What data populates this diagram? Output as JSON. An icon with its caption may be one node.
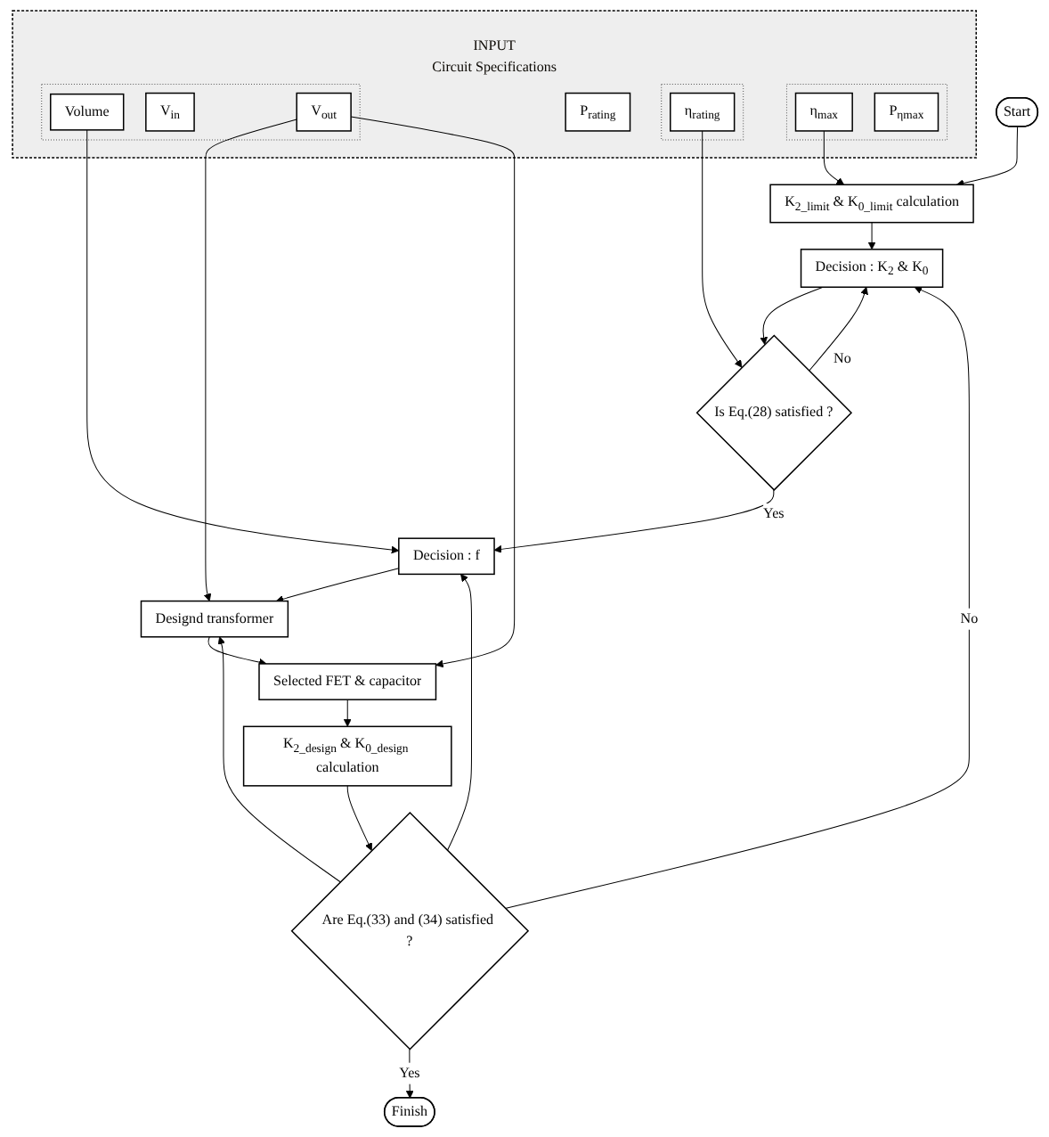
{
  "diagram": {
    "nodes": [
      {
        "text": [
          "INPUT",
          "Circuit Specifications"
        ]
      },
      {
        "text": [],
        "shape": "box",
        "in": 0
      },
      {
        "text": [
          "η$_{max}$"
        ],
        "in": 1
      },
      {
        "text": [
          "P$_{ηmax}$"
        ],
        "in": 1
      },
      {
        "text": [],
        "shape": "box",
        "in": 0
      },
      {
        "text": [
          "η$_{rating}$"
        ],
        "in": 4
      },
      {
        "text": [],
        "shape": "box",
        "in": 0
      },
      {
        "text": [
          "P$_{rating}$"
        ],
        "in": 0
      },
      {
        "text": [
          "Volume"
        ],
        "in": 6
      },
      {
        "text": [
          "V$_{in}$"
        ],
        "in": 6
      },
      {
        "text": [
          "V$_{out}$"
        ],
        "in": 6
      },
      {
        "text": [
          "Start"
        ]
      },
      {
        "text": [
          "K$_{2_limit}$ & K$_{0_limit}$ calculation"
        ]
      },
      {
        "text": [
          "Decision : K$_{2}$ & K$_{0}$"
        ]
      },
      {
        "text": [
          "Is Eq.(28) satisfied ?"
        ]
      },
      {
        "text": [
          "Decision : f"
        ]
      },
      {
        "text": [
          "Designd transformer"
        ]
      },
      {
        "text": [
          "Selected FET & capacitor"
        ]
      },
      {
        "text": [
          "K$_{2_design}$ & K$_{0_design}$ calculation"
        ]
      },
      {
        "text": [
          "Are Eq.(33) and (34) satisfied ?"
        ]
      },
      {
        "text": [
          "Finish"
        ]
      }
    ],
    "edges": [
      {
        "from": 11,
        "to": 12,
        "arrow": "to"
      },
      {
        "from": 2,
        "to": 12,
        "arrow": "to"
      },
      {
        "from": 12,
        "to": 13,
        "arrow": "to"
      },
      {
        "from": 13,
        "to": 14,
        "arrow": "to"
      },
      {
        "from": 14,
        "to": 13,
        "arrow": "to",
        "label": "No"
      },
      {
        "from": 5,
        "to": 14,
        "arrow": "to"
      },
      {
        "from": 14,
        "to": 15,
        "arrow": "to",
        "label": "Yes"
      },
      {
        "from": 8,
        "to": 15,
        "arrow": "to"
      },
      {
        "from": 15,
        "to": 16,
        "arrow": "to"
      },
      {
        "from": 10,
        "to": 16,
        "arrow": "to"
      },
      {
        "from": 10,
        "to": 17,
        "arrow": "to"
      },
      {
        "from": 16,
        "to": 17,
        "arrow": "to"
      },
      {
        "from": 17,
        "to": 18,
        "arrow": "to"
      },
      {
        "from": 18,
        "to": 19,
        "arrow": "to"
      },
      {
        "from": 19,
        "to": 20,
        "arrow": "to",
        "label": "Yes"
      },
      {
        "from": 19,
        "to": 13,
        "arrow": "to",
        "label": "No"
      },
      {
        "from": 19,
        "to": 15,
        "arrow": "to"
      },
      {
        "from": 19,
        "to": 16,
        "arrow": "to"
      }
    ]
  }
}
